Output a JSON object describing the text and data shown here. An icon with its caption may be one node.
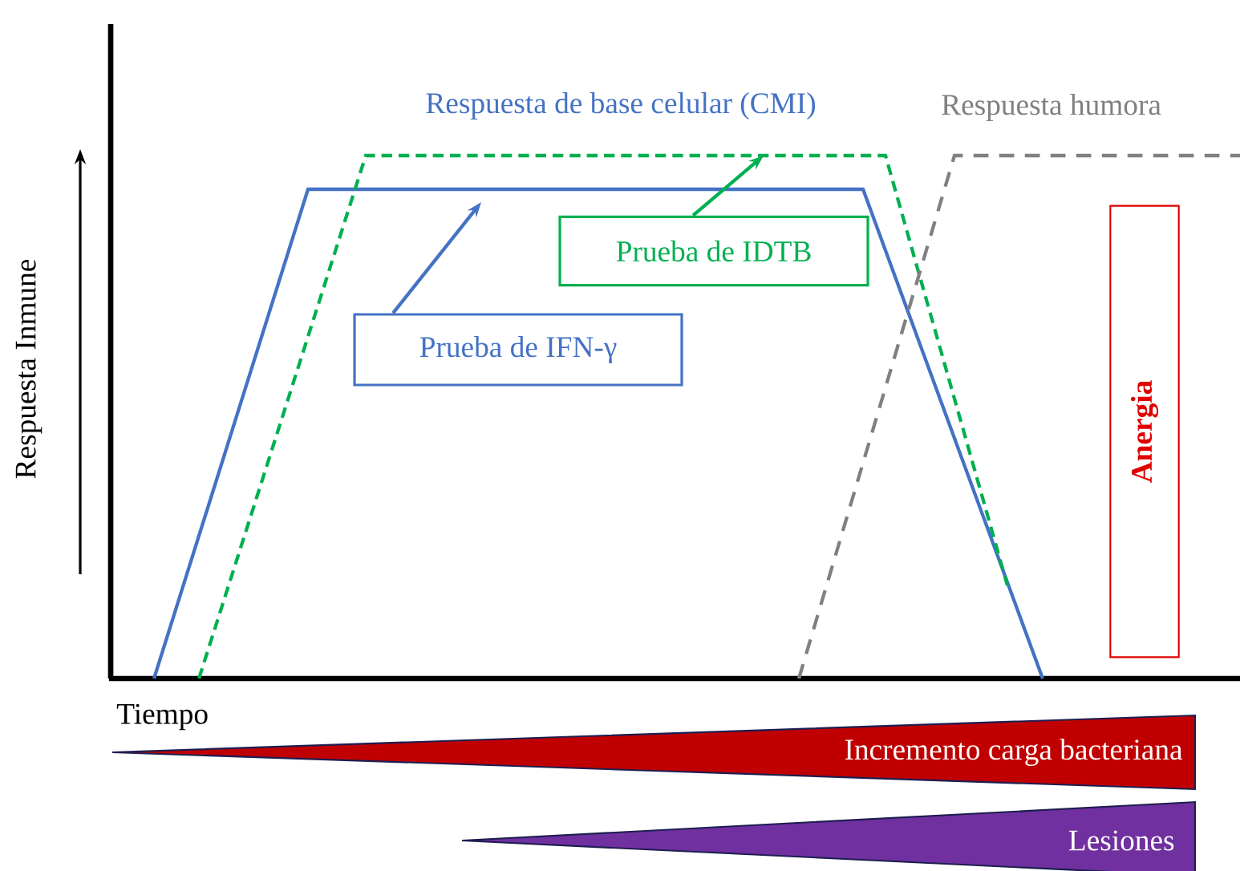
{
  "diagram": {
    "nodes": [
      {
        "text": [
          "Prueba de IFN-γ"
        ]
      },
      {
        "text": [
          "Prueba de IDTB"
        ]
      },
      {
        "text": [
          "Anergia"
        ]
      },
      {
        "text": [
          "Incremento carga bacteriana"
        ]
      },
      {
        "text": [
          "Lesiones"
        ]
      }
    ],
    "edges": [
      {
        "from": 0,
        "to": null,
        "arrow": "to",
        "color": "#4472c4"
      },
      {
        "from": 1,
        "to": null,
        "arrow": "to",
        "color": "#00b050"
      }
    ],
    "labels": [
      "Respuesta de base celular (CMI)",
      "Respuesta humora",
      "Respuesta Inmune",
      "Tiempo"
    ]
  }
}
